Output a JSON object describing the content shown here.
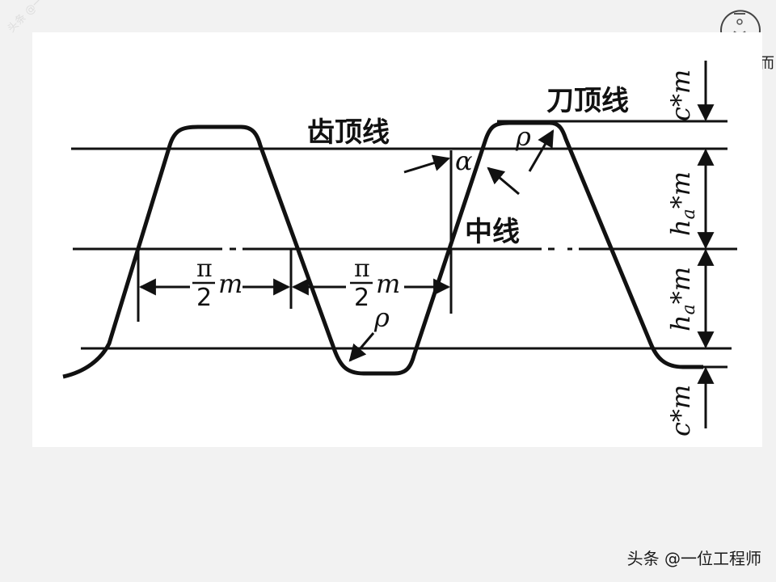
{
  "labels": {
    "tooth_tip_line": "齿顶线",
    "cutter_tip_line": "刀顶线",
    "middle_line": "中线",
    "alpha": "α",
    "rho": "ρ",
    "pi": "π",
    "two": "2",
    "m": "m",
    "clearance": "c*m",
    "addendum_h": "h",
    "addendum_sub": "a",
    "addendum_rest": "*m"
  },
  "watermark": {
    "text": "头条 @一位工程师",
    "faint_text": "头条 @一位工程师",
    "corner_fragment": "而"
  },
  "colors": {
    "ink": "#111111",
    "panel": "#ffffff",
    "background": "#f2f2f2"
  }
}
